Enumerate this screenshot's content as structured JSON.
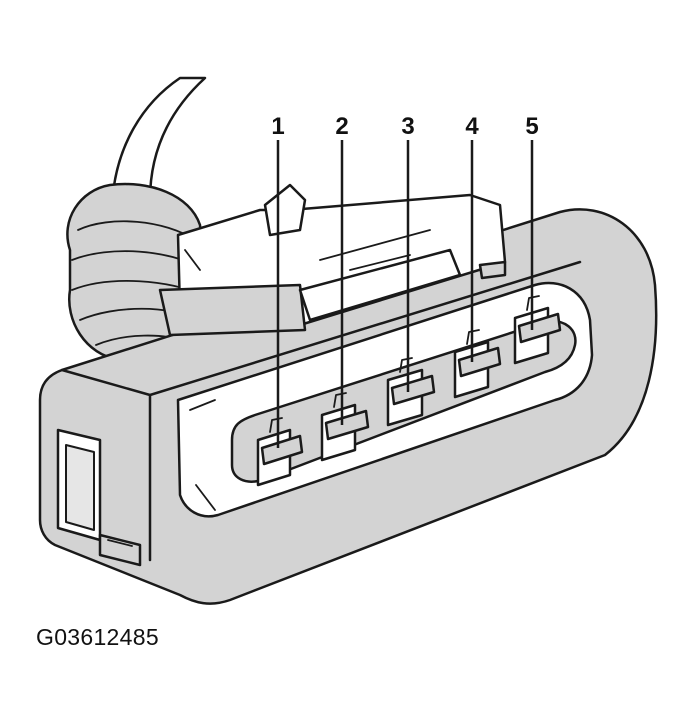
{
  "figure_id": "G03612485",
  "pins": [
    {
      "label": "1"
    },
    {
      "label": "2"
    },
    {
      "label": "3"
    },
    {
      "label": "4"
    },
    {
      "label": "5"
    }
  ],
  "colors": {
    "background": "#ffffff",
    "housing_fill": "#d3d3d3",
    "line": "#1a1a1a"
  }
}
